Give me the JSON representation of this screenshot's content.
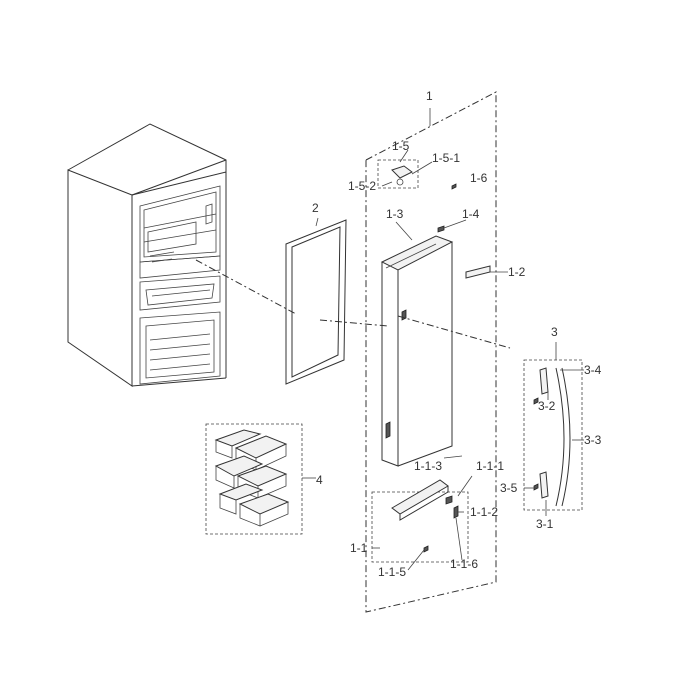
{
  "labels": {
    "p1": "1",
    "p1_5": "1-5",
    "p1_5_1": "1-5-1",
    "p1_5_2": "1-5-2",
    "p1_6": "1-6",
    "p1_3": "1-3",
    "p1_4": "1-4",
    "p1_2": "1-2",
    "p2": "2",
    "p3": "3",
    "p3_4": "3-4",
    "p3_2": "3-2",
    "p3_3": "3-3",
    "p3_5": "3-5",
    "p3_1": "3-1",
    "p4": "4",
    "p1_1_3": "1-1-3",
    "p1_1_1": "1-1-1",
    "p1_1_2": "1-1-2",
    "p1_1": "1-1",
    "p1_1_5": "1-1-5",
    "p1_1_6": "1-1-6"
  },
  "colors": {
    "line": "#333333",
    "background": "#ffffff"
  }
}
